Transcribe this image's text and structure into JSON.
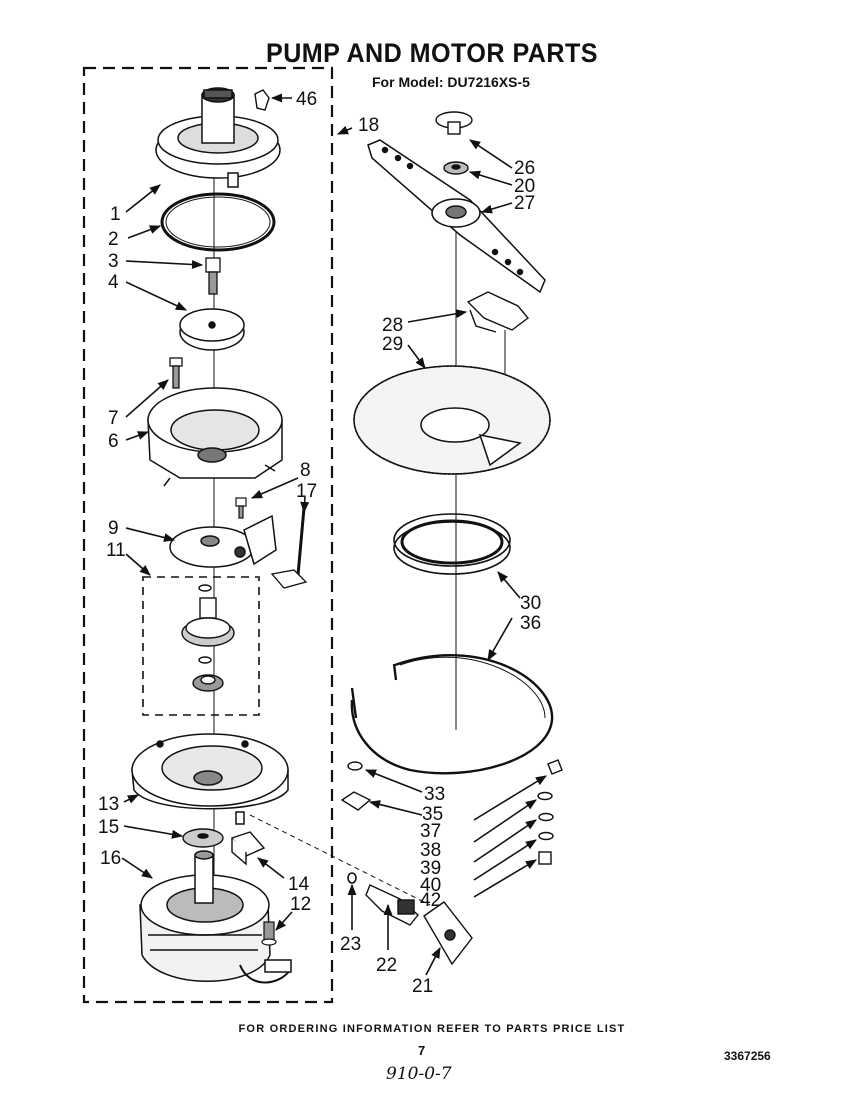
{
  "header": {
    "title": "PUMP AND MOTOR PARTS",
    "model_line": "For Model: DU7216XS-5"
  },
  "footer": {
    "ordering_note": "FOR ORDERING INFORMATION REFER TO PARTS PRICE LIST",
    "page_number": "7",
    "document_number": "3367256",
    "handwritten_note": "910-0-7"
  },
  "callouts": {
    "c1": "1",
    "c2": "2",
    "c3": "3",
    "c4": "4",
    "c6": "6",
    "c7": "7",
    "c8": "8",
    "c9": "9",
    "c11": "11",
    "c12": "12",
    "c13": "13",
    "c14": "14",
    "c15": "15",
    "c16": "16",
    "c17": "17",
    "c18": "18",
    "c20": "20",
    "c21": "21",
    "c22": "22",
    "c23": "23",
    "c26": "26",
    "c27": "27",
    "c28": "28",
    "c29": "29",
    "c30": "30",
    "c33": "33",
    "c35": "35",
    "c36": "36",
    "c37": "37",
    "c38": "38",
    "c39": "39",
    "c40": "40",
    "c42": "42",
    "c46": "46"
  }
}
